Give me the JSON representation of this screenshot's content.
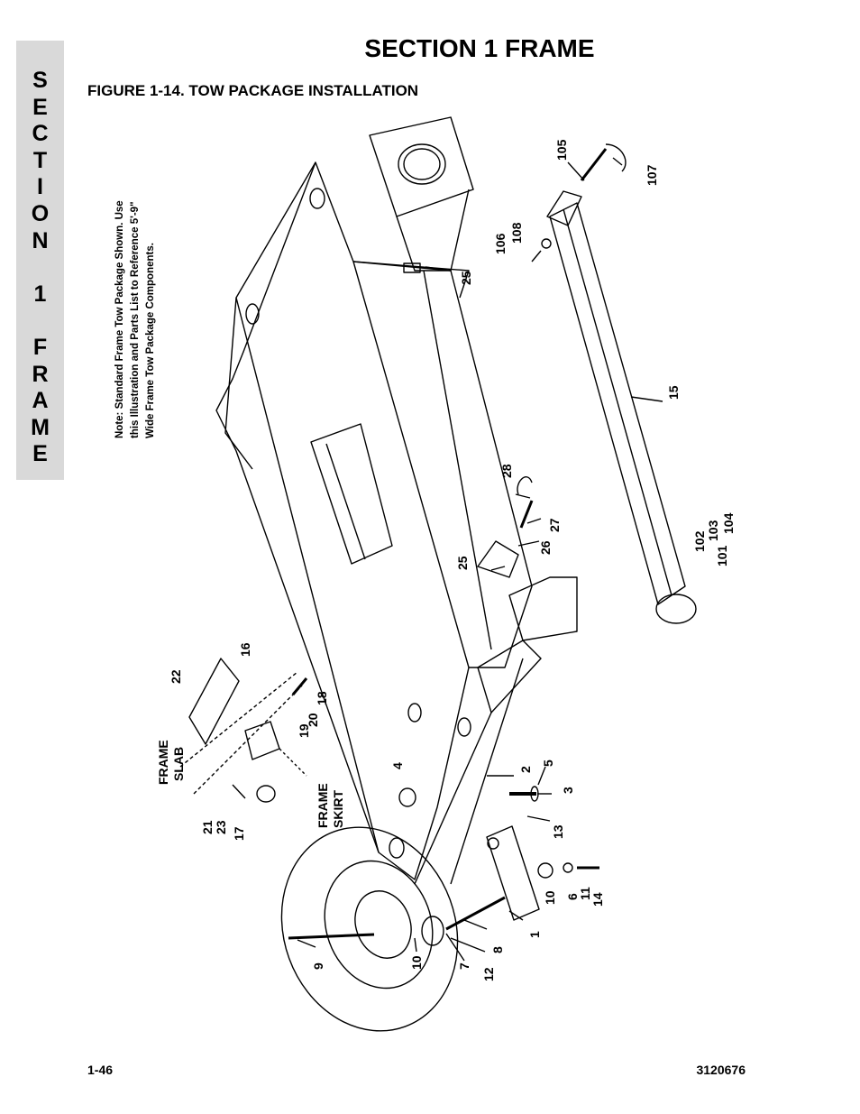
{
  "side_tab": {
    "letters": [
      "S",
      "E",
      "C",
      "T",
      "I",
      "O",
      "N",
      "",
      "1",
      "",
      "F",
      "R",
      "A",
      "M",
      "E"
    ]
  },
  "header": {
    "section_title": "SECTION 1  FRAME",
    "figure_title": "FIGURE 1-14.  TOW PACKAGE INSTALLATION"
  },
  "note": "Note:  Standard  Frame  Tow  Package Shown.  Use  this  Illustration  and  Parts List to Reference 5'-9\" Wide Frame Tow Package Components.",
  "drawing_labels": {
    "frame_slab": [
      "FRAME",
      "SLAB"
    ],
    "frame_skirt": [
      "FRAME",
      "SKIRT"
    ]
  },
  "callouts": [
    "105",
    "107",
    "106",
    "108",
    "25",
    "15",
    "28",
    "27",
    "26",
    "25",
    "102",
    "103",
    "104",
    "101",
    "22",
    "16",
    "18",
    "20",
    "19",
    "4",
    "2",
    "5",
    "3",
    "13",
    "21",
    "23",
    "17",
    "1",
    "10",
    "6",
    "11",
    "14",
    "8",
    "9",
    "10",
    "7",
    "12"
  ],
  "footer": {
    "page_number": "1-46",
    "doc_number": "3120676"
  }
}
